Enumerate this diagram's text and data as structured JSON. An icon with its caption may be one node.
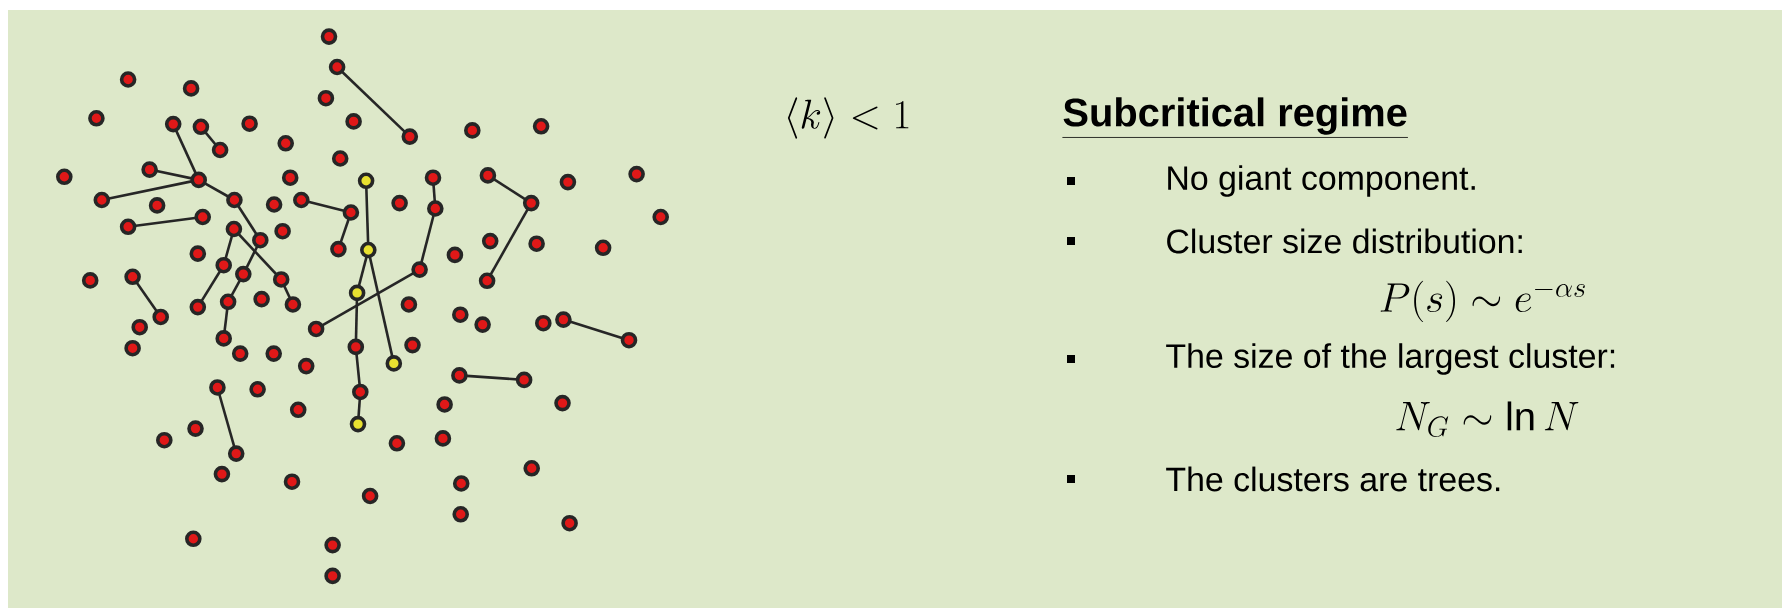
{
  "diagram": {
    "title": "Subcritical regime",
    "labels": [
      "\\langle k \\rangle < 1",
      "No giant component.",
      "Cluster size distribution:",
      "P(s) \\sim e^{-\\alpha s}",
      "The size of the largest cluster:",
      "N_G \\sim \\ln N",
      "The clusters are trees."
    ]
  }
}
